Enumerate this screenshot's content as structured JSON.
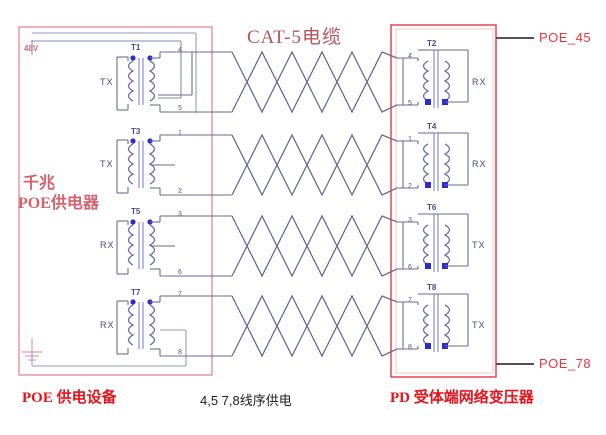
{
  "diagram": {
    "title": "CAT-5电缆",
    "supply_voltage": "48V",
    "left_panel_label_line1": "千兆",
    "left_panel_label_line2": "POE供电器",
    "bottom_left_caption": "POE 供电设备",
    "bottom_center_caption": "4,5  7,8线序供电",
    "bottom_right_caption": "PD 受体端网络变压器",
    "tag_top_right": "POE_45",
    "tag_bottom_right": "POE_78"
  },
  "left_transformers": [
    {
      "name": "T1",
      "side_label": "TX",
      "pin_top": "4",
      "pin_bottom": "5"
    },
    {
      "name": "T3",
      "side_label": "TX",
      "pin_top": "1",
      "pin_bottom": "2"
    },
    {
      "name": "T5",
      "side_label": "RX",
      "pin_top": "3",
      "pin_bottom": "6"
    },
    {
      "name": "T7",
      "side_label": "RX",
      "pin_top": "7",
      "pin_bottom": "8"
    }
  ],
  "right_transformers": [
    {
      "name": "T2",
      "side_label": "RX",
      "pin_top": "4",
      "pin_bottom": "5"
    },
    {
      "name": "T4",
      "side_label": "RX",
      "pin_top": "1",
      "pin_bottom": "2"
    },
    {
      "name": "T6",
      "side_label": "TX",
      "pin_top": "3",
      "pin_bottom": "6"
    },
    {
      "name": "T8",
      "side_label": "TX",
      "pin_top": "7",
      "pin_bottom": "8"
    }
  ],
  "colors": {
    "panel_border": "#e8909a",
    "panel_border_right": "#e03a44",
    "wire": "#6b6b96",
    "winding": "#6f6fb0",
    "dot": "#2b2bd0",
    "core": "#8a8ad8",
    "title": "#b4545c",
    "caption_red": "#e8121a"
  }
}
